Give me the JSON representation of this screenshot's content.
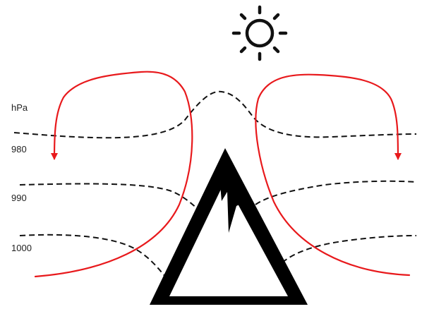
{
  "labels": {
    "unit": "hPa",
    "isobars": [
      "980",
      "990",
      "1000"
    ]
  },
  "icons": {
    "sun": "sun-icon",
    "mountain": "mountain-icon"
  },
  "colors": {
    "circulation": "#e8191c",
    "isobar": "#111111",
    "mountain": "#000000",
    "sun": "#111111"
  }
}
